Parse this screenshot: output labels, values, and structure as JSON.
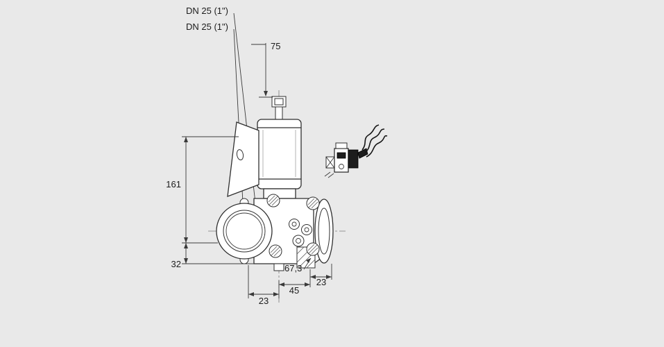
{
  "colors": {
    "background": "#e9e9e9",
    "line": "#2f2f2f",
    "dimension_line": "#3a3a3a",
    "text": "#1c1c1c",
    "part_fill": "#ffffff",
    "connector_dark": "#1d1d1d"
  },
  "labels": {
    "dn_top": "DN 25 (1\")",
    "dn_bottom": "DN 25 (1\")"
  },
  "dimensions": {
    "top_height": "75",
    "overall_height": "161",
    "axis_to_bottom": "32",
    "bottom_left_offset": "23",
    "bottom_center_width": "45",
    "seat_diagonal": "67,3",
    "bottom_right_offset": "23"
  }
}
